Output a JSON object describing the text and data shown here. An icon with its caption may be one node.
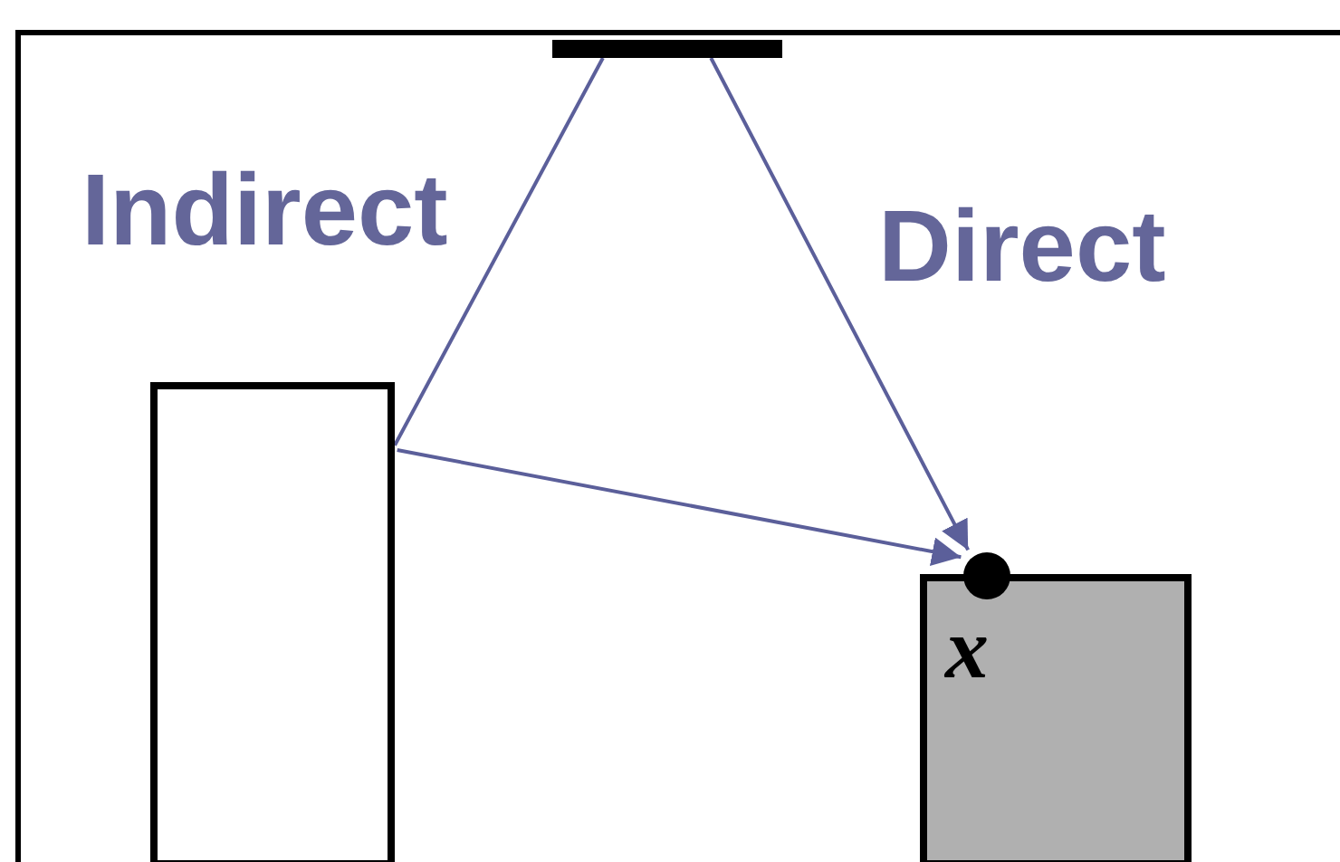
{
  "diagram": {
    "nodes": [
      {
        "text": [],
        "shape": "bar"
      },
      {
        "text": [],
        "shape": "box"
      },
      {
        "text": [],
        "shape": "box"
      },
      {
        "text": [],
        "shape": "circle",
        "beside": [
          "x"
        ]
      }
    ],
    "edges": [
      {
        "from": 0,
        "to": 1,
        "arrow": "none"
      },
      {
        "from": 1,
        "to": 3,
        "arrow": "to"
      },
      {
        "from": 0,
        "to": 3,
        "arrow": "to"
      }
    ],
    "labels": [
      "Indirect",
      "Direct"
    ]
  }
}
